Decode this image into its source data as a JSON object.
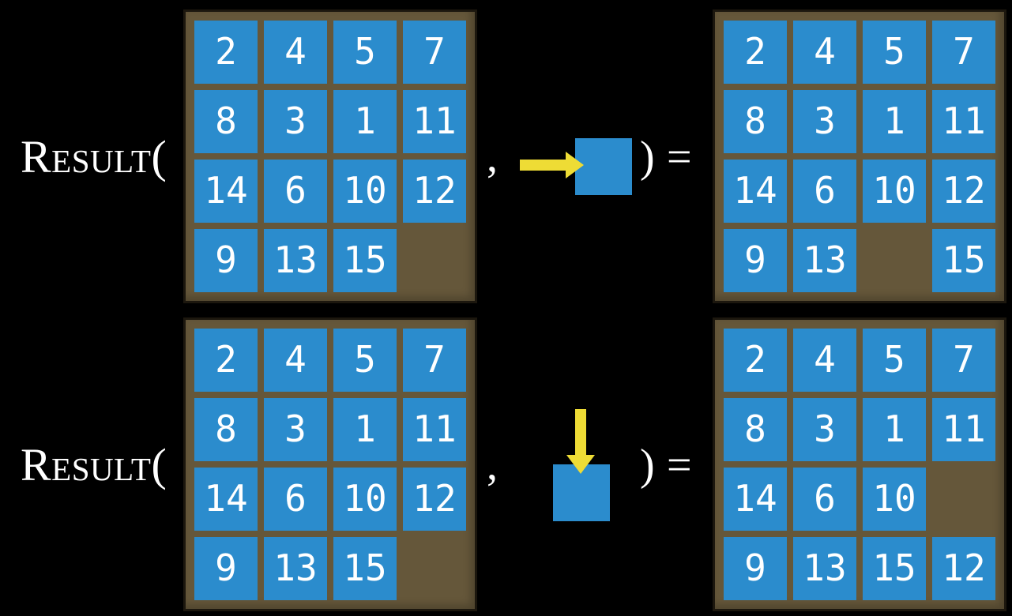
{
  "figure": {
    "function_label": "Result(",
    "comma": ",",
    "close_paren": ")",
    "equals_sign": "="
  },
  "colors": {
    "background": "#000000",
    "board": "#65573a",
    "board_border": "#1c170e",
    "tile": "#2b8ccd",
    "tile_text": "#ffffff",
    "arrow": "#eedc35",
    "label_text": "#ffffff"
  },
  "examples": [
    {
      "name": "slide-right",
      "action": {
        "direction": "right",
        "icon": "right-arrow-into-tile"
      },
      "input_state": {
        "rows": [
          [
            "2",
            "4",
            "5",
            "7"
          ],
          [
            "8",
            "3",
            "1",
            "11"
          ],
          [
            "14",
            "6",
            "10",
            "12"
          ],
          [
            "9",
            "13",
            "15",
            ""
          ]
        ]
      },
      "result_state": {
        "rows": [
          [
            "2",
            "4",
            "5",
            "7"
          ],
          [
            "8",
            "3",
            "1",
            "11"
          ],
          [
            "14",
            "6",
            "10",
            "12"
          ],
          [
            "9",
            "13",
            "",
            "15"
          ]
        ]
      }
    },
    {
      "name": "slide-down",
      "action": {
        "direction": "down",
        "icon": "down-arrow-into-tile"
      },
      "input_state": {
        "rows": [
          [
            "2",
            "4",
            "5",
            "7"
          ],
          [
            "8",
            "3",
            "1",
            "11"
          ],
          [
            "14",
            "6",
            "10",
            "12"
          ],
          [
            "9",
            "13",
            "15",
            ""
          ]
        ]
      },
      "result_state": {
        "rows": [
          [
            "2",
            "4",
            "5",
            "7"
          ],
          [
            "8",
            "3",
            "1",
            "11"
          ],
          [
            "14",
            "6",
            "10",
            ""
          ],
          [
            "9",
            "13",
            "15",
            "12"
          ]
        ]
      }
    }
  ]
}
